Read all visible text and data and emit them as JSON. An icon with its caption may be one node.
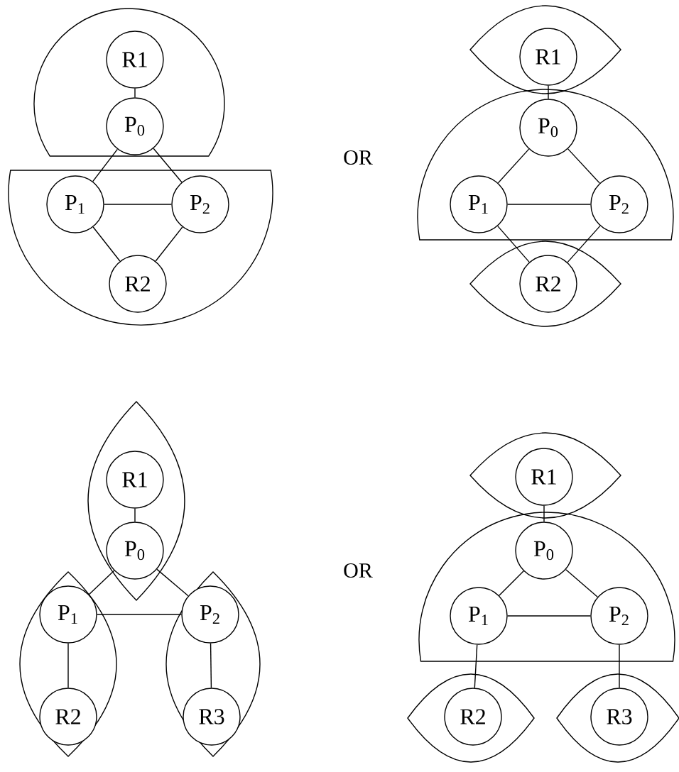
{
  "diagram": {
    "nodes": [
      {
        "text": [
          "R1"
        ]
      },
      {
        "text": [
          "P$_{0}$"
        ]
      },
      {
        "text": [
          "P$_{1}$"
        ]
      },
      {
        "text": [
          "P$_{2}$"
        ]
      },
      {
        "text": [
          "R2"
        ]
      },
      {
        "text": [
          "R1"
        ]
      },
      {
        "text": [
          "P$_{0}$"
        ]
      },
      {
        "text": [
          "P$_{1}$"
        ]
      },
      {
        "text": [
          "P$_{2}$"
        ]
      },
      {
        "text": [
          "R2"
        ]
      },
      {
        "text": [
          "R1"
        ]
      },
      {
        "text": [
          "P$_{0}$"
        ]
      },
      {
        "text": [
          "P$_{1}$"
        ]
      },
      {
        "text": [
          "P$_{2}$"
        ]
      },
      {
        "text": [
          "R2"
        ]
      },
      {
        "text": [
          "R3"
        ]
      },
      {
        "text": [
          "R1"
        ]
      },
      {
        "text": [
          "P$_{0}$"
        ]
      },
      {
        "text": [
          "P$_{1}$"
        ]
      },
      {
        "text": [
          "P$_{2}$"
        ]
      },
      {
        "text": [
          "R2"
        ]
      },
      {
        "text": [
          "R3"
        ]
      }
    ],
    "edges": [
      {
        "from": 0,
        "to": 1,
        "arrow": "none"
      },
      {
        "from": 1,
        "to": 2,
        "arrow": "none"
      },
      {
        "from": 1,
        "to": 3,
        "arrow": "none"
      },
      {
        "from": 2,
        "to": 3,
        "arrow": "none"
      },
      {
        "from": 2,
        "to": 4,
        "arrow": "none"
      },
      {
        "from": 3,
        "to": 4,
        "arrow": "none"
      },
      {
        "from": 5,
        "to": 6,
        "arrow": "none"
      },
      {
        "from": 6,
        "to": 7,
        "arrow": "none"
      },
      {
        "from": 6,
        "to": 8,
        "arrow": "none"
      },
      {
        "from": 7,
        "to": 8,
        "arrow": "none"
      },
      {
        "from": 7,
        "to": 9,
        "arrow": "none"
      },
      {
        "from": 8,
        "to": 9,
        "arrow": "none"
      },
      {
        "from": 10,
        "to": 11,
        "arrow": "none"
      },
      {
        "from": 11,
        "to": 12,
        "arrow": "none"
      },
      {
        "from": 11,
        "to": 13,
        "arrow": "none"
      },
      {
        "from": 12,
        "to": 13,
        "arrow": "none"
      },
      {
        "from": 12,
        "to": 14,
        "arrow": "none"
      },
      {
        "from": 13,
        "to": 15,
        "arrow": "none"
      },
      {
        "from": 16,
        "to": 17,
        "arrow": "none"
      },
      {
        "from": 17,
        "to": 18,
        "arrow": "none"
      },
      {
        "from": 17,
        "to": 19,
        "arrow": "none"
      },
      {
        "from": 18,
        "to": 19,
        "arrow": "none"
      },
      {
        "from": 18,
        "to": 20,
        "arrow": "none"
      },
      {
        "from": 19,
        "to": 21,
        "arrow": "none"
      }
    ],
    "labels": [
      "OR",
      "OR"
    ]
  }
}
